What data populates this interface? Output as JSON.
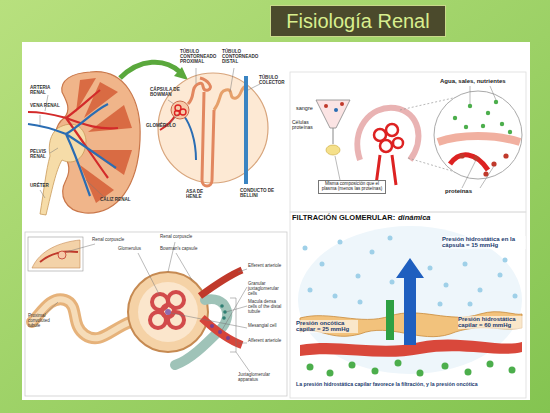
{
  "diagram": {
    "title": "Fisiología Renal",
    "labels": [
      "ARTERIA RENAL",
      "VENA RENAL",
      "PELVIS RENAL",
      "URÉTER",
      "CÁLIZ RENAL",
      "TÚBULO CONTORNEADO PROXIMAL",
      "TÚBULO CONTORNEADO DISTAL",
      "CÁPSULA DE BOWMAN",
      "TÚBULO COLECTOR",
      "GLOMÉRULO",
      "ASA DE HENLE",
      "CONDUCTO DE BELLINI",
      "Agua, sales, nutrientes",
      "sangre",
      "Células proteínas",
      "proteínas",
      "Misma composición que el plasma (menos las proteínas)",
      "FILTRACIÓN GLOMERULAR:",
      "dinámica",
      "Presión hidrostática en la cápsula = 15 mmHg",
      "Presión oncótica capilar = 25 mmHg",
      "Presión hidrostática capilar = 60 mmHg",
      "La presión hidrostática capilar favorece la filtración, y la presión oncótica",
      "Renal corpuscle",
      "Renal corpuscle",
      "Glomerulus",
      "Bowman's capsule",
      "Efferent arteriole",
      "Granular juxtaglomerular cells",
      "Macula densa cells of the distal tubule",
      "Mesangial cell",
      "Afferent arteriole",
      "Proximal convoluted tubule",
      "Juxtaglomerular apparatus"
    ]
  }
}
